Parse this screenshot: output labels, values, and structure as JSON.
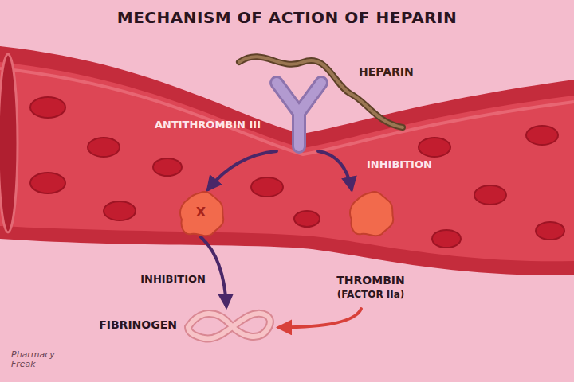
{
  "diagram": {
    "title": "MECHANISM OF ACTION OF HEPARIN",
    "nodes": [
      {
        "text": [
          "HEPARIN"
        ]
      },
      {
        "text": [
          "ANTITHROMBIN III"
        ]
      },
      {
        "text": [
          "X"
        ]
      },
      {
        "text": [
          "THROMBIN",
          "(FACTOR IIa)"
        ]
      },
      {
        "text": [
          "FIBRINOGEN"
        ]
      }
    ],
    "edges": [
      {
        "from": 1,
        "to": 2,
        "arrow": "to"
      },
      {
        "from": 1,
        "to": 3,
        "label": "INHIBITION",
        "arrow": "to"
      },
      {
        "from": 2,
        "to": 4,
        "label": "INHIBITION",
        "arrow": "to"
      },
      {
        "from": 3,
        "to": 4,
        "arrow": "to"
      }
    ],
    "labels": [
      "Pharmacy Freak"
    ]
  }
}
